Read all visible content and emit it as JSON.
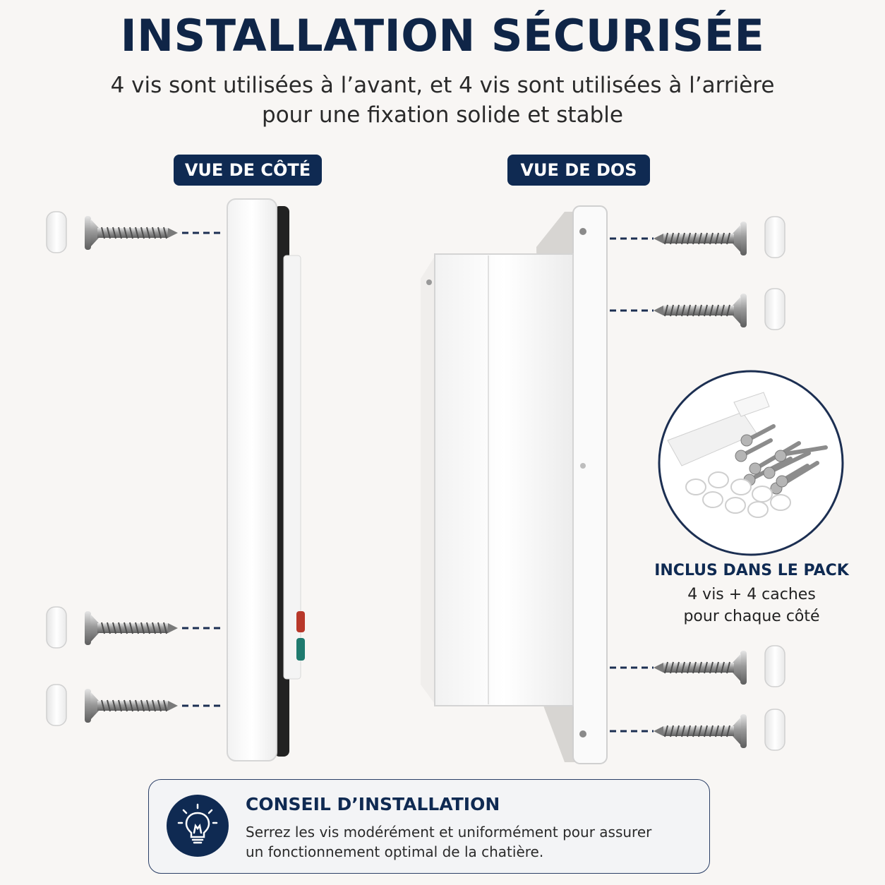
{
  "header": {
    "title": "INSTALLATION SÉCURISÉE",
    "subtitle_line1": "4 vis sont utilisées à l’avant, et 4 vis sont utilisées à l’arrière",
    "subtitle_line2": "pour une fixation solide et stable"
  },
  "views": {
    "side_label": "VUE DE CÔTÉ",
    "back_label": "VUE DE DOS"
  },
  "pack": {
    "title": "INCLUS DANS LE PACK",
    "line1": "4 vis + 4 caches",
    "line2": "pour chaque côté"
  },
  "tip": {
    "title": "CONSEIL D’INSTALLATION",
    "line1": "Serrez les vis modérément et uniformément pour assurer",
    "line2": "un fonctionnement optimal de la chatière.",
    "icon": "lightbulb-icon"
  },
  "colors": {
    "navy": "#0f2a52",
    "background": "#f8f6f4",
    "led_red": "#b8382a",
    "led_green": "#1f7a6e"
  }
}
